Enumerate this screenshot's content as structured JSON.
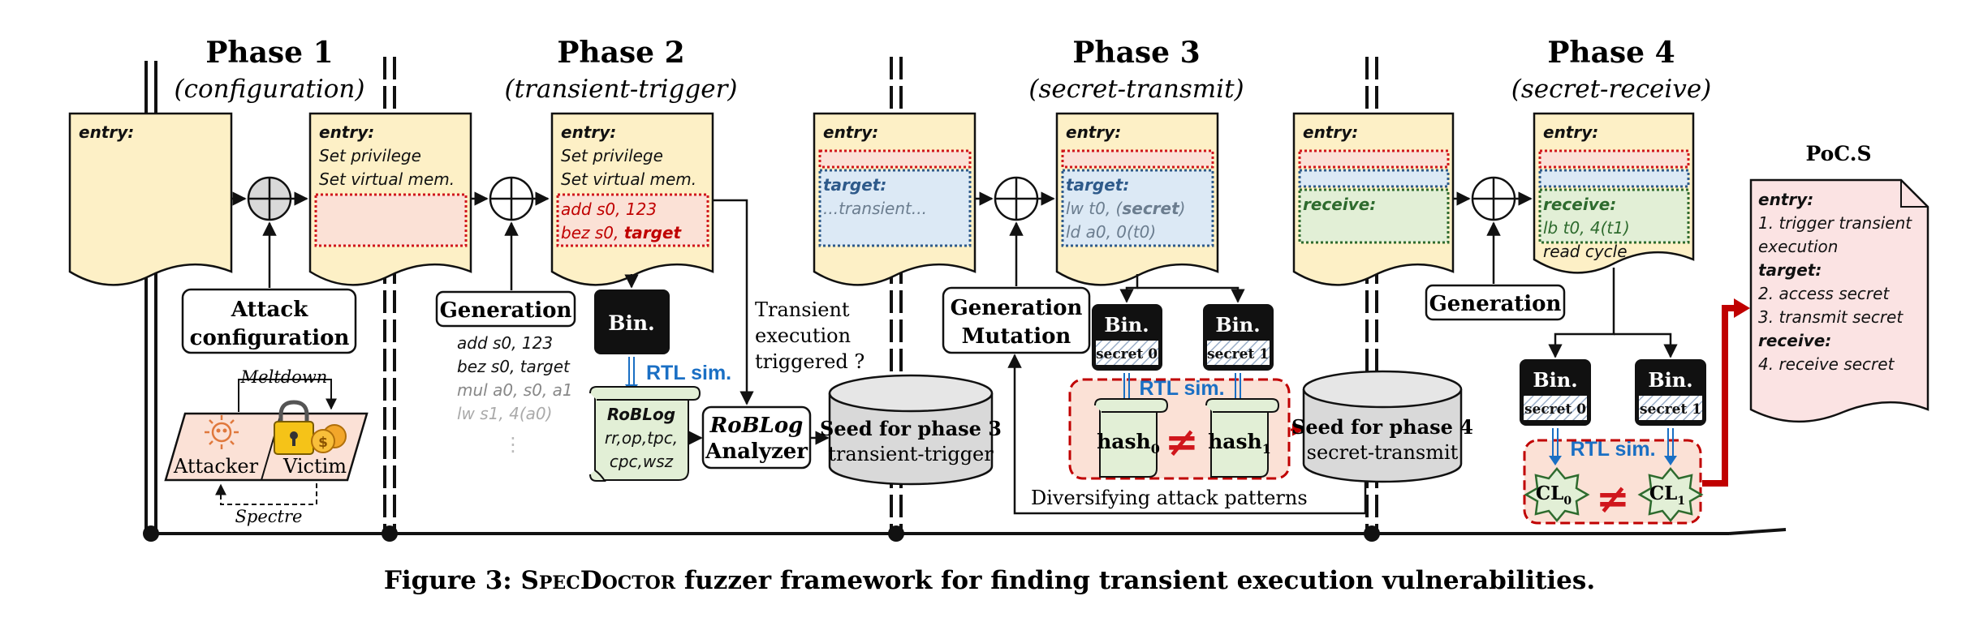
{
  "phases": [
    {
      "title": "Phase 1",
      "subtitle": "(configuration)"
    },
    {
      "title": "Phase 2",
      "subtitle": "(transient-trigger)"
    },
    {
      "title": "Phase 3",
      "subtitle": "(secret-transmit)"
    },
    {
      "title": "Phase 4",
      "subtitle": "(secret-receive)"
    }
  ],
  "phase1": {
    "doc_entry": "entry:",
    "attack_config_line1": "Attack",
    "attack_config_line2": "configuration",
    "meltdown": "Meltdown",
    "attacker": "Attacker",
    "victim": "Victim",
    "spectre": "Spectre"
  },
  "phase2": {
    "doc_a": {
      "entry": "entry:",
      "line1": "Set privilege",
      "line2": "Set virtual mem."
    },
    "doc_b": {
      "entry": "entry:",
      "line1": "Set privilege",
      "line2": "Set virtual mem.",
      "line3": "add s0, 123",
      "line4a": "bez s0, ",
      "line4b": "target"
    },
    "generation": "Generation",
    "gen_code": [
      "add s0, 123",
      "bez s0, target",
      "mul a0, s0, a1",
      "lw s1, 4(a0)",
      "⋮"
    ],
    "bin": "Bin.",
    "rtl_sim": "RTL sim.",
    "roblog_title": "RoBLog",
    "roblog_l1": "rr,op,tpc,",
    "roblog_l2": "cpc,wsz",
    "analyzer_l1": "RoBLog",
    "analyzer_l2": "Analyzer",
    "question_l1": "Transient",
    "question_l2": "execution",
    "question_l3": "triggered ?",
    "seed_l1": "Seed for phase 3",
    "seed_l2": "transient-trigger"
  },
  "phase3": {
    "doc_a": {
      "entry": "entry:",
      "target": "target:",
      "transient": "...transient..."
    },
    "doc_b": {
      "entry": "entry:",
      "target": "target:",
      "l1a": "lw t0, (",
      "l1b": "secret",
      "l1c": ")",
      "l2": "ld a0, 0(t0)"
    },
    "gen_mut_l1": "Generation",
    "gen_mut_l2": "Mutation",
    "bin": "Bin.",
    "secret0": "secret 0",
    "secret1": "secret 1",
    "rtl_sim": "RTL sim.",
    "hash": "hash",
    "hash0_sub": "0",
    "hash1_sub": "1",
    "neq": "≠",
    "seed_l1": "Seed for phase 4",
    "seed_l2": "secret-transmit",
    "diversify": "Diversifying attack patterns"
  },
  "phase4": {
    "doc_a": {
      "entry": "entry:",
      "receive": "receive:"
    },
    "doc_b": {
      "entry": "entry:",
      "receive": "receive:",
      "l1": "lb t0, 4(t1)",
      "l2": "read cycle"
    },
    "generation": "Generation",
    "bin": "Bin.",
    "secret0": "secret 0",
    "secret1": "secret 1",
    "rtl_sim": "RTL sim.",
    "cl": "CL",
    "cl0_sub": "0",
    "cl1_sub": "1",
    "neq": "≠"
  },
  "poc": {
    "title": "PoC.S",
    "entry": "entry:",
    "l1": "1. trigger transient",
    "l2": "execution",
    "target": "target:",
    "l3": "2. access secret",
    "l4": "3. transmit secret",
    "receive": "receive:",
    "l5": "4. receive secret"
  },
  "caption": {
    "prefix": "Figure 3: ",
    "name": "SpecDoctor",
    "rest": " fuzzer framework for finding transient execution vulnerabilities."
  },
  "colors": {
    "doc_fill": "#fdf0c6",
    "pink_fill": "#fbe1d6",
    "red_dotted": "#d0161c",
    "blue_fill": "#dce9f5",
    "blue_dotted": "#2e5a8a",
    "green_fill": "#e2efd6",
    "green_dotted": "#2e6b2e",
    "rtl_blue": "#1a6fc4",
    "poc_fill": "#fbe3e3",
    "cylinder_fill": "#d9d9d9",
    "dark_red": "#c00000"
  }
}
